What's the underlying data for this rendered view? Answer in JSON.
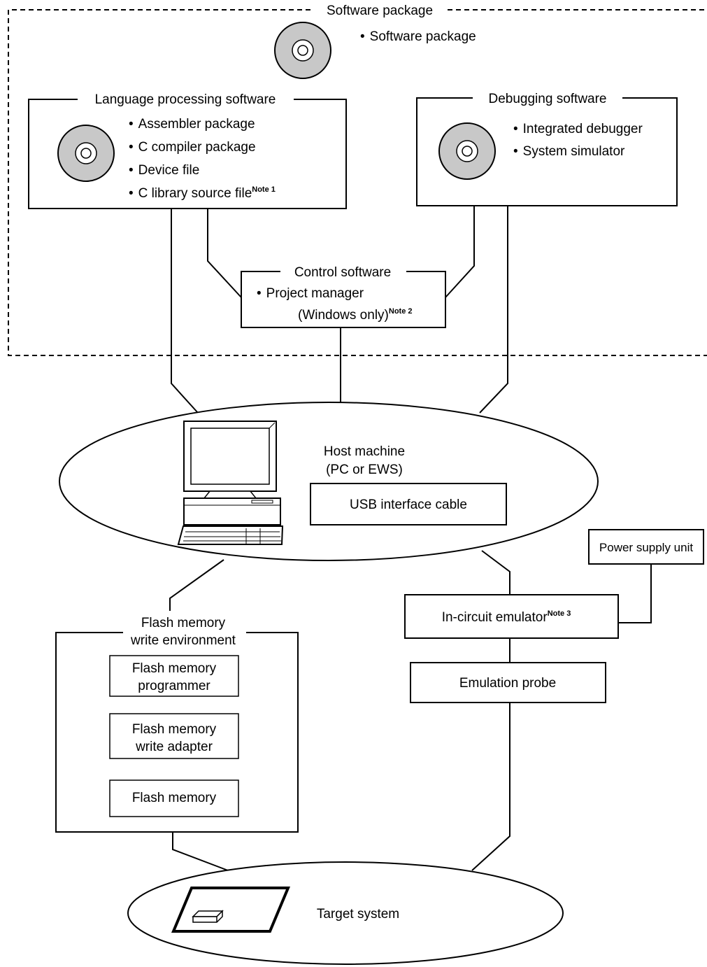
{
  "software_package": {
    "title": "Software package",
    "items": [
      "Software package"
    ]
  },
  "language_processing": {
    "title": "Language processing software",
    "items": [
      "Assembler package",
      "C compiler package",
      "Device file",
      "C library source file"
    ],
    "note": "Note 1"
  },
  "debugging": {
    "title": "Debugging software",
    "items": [
      "Integrated debugger",
      "System simulator"
    ]
  },
  "control": {
    "title": "Control software",
    "item": "Project manager",
    "item_sub": "(Windows only)",
    "note": "Note 2"
  },
  "host": {
    "line1": "Host machine",
    "line2": "(PC or EWS)",
    "usb": "USB interface cable"
  },
  "power_supply": "Power supply unit",
  "emulator": {
    "label": "In-circuit emulator",
    "note": "Note 3"
  },
  "emulation_probe": "Emulation probe",
  "flash_env": {
    "title_line1": "Flash memory",
    "title_line2": "write environment",
    "programmer_line1": "Flash memory",
    "programmer_line2": "programmer",
    "adapter_line1": "Flash memory",
    "adapter_line2": "write adapter",
    "memory": "Flash memory"
  },
  "target": "Target system",
  "bullet": "•",
  "colors": {
    "disc": "#c8c8c8",
    "line": "#000000",
    "background": "#ffffff"
  },
  "icons": [
    "cd-disc-icon",
    "computer-icon",
    "target-board-icon"
  ]
}
